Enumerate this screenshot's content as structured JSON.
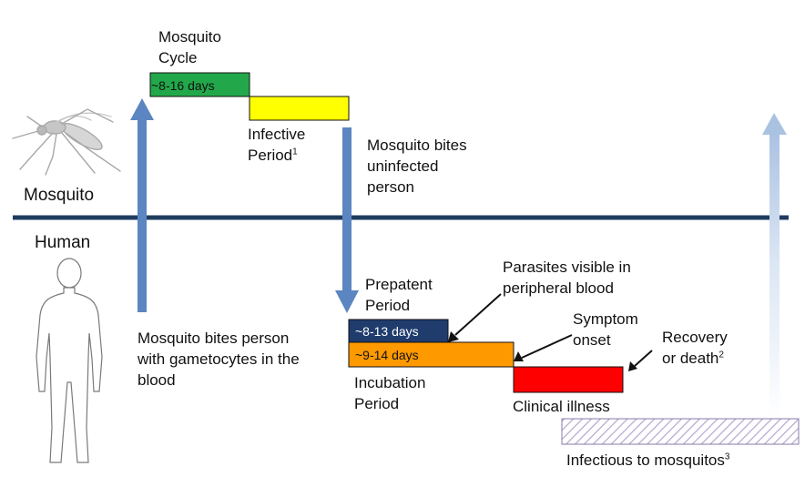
{
  "colors": {
    "divider": "#1f3c5f",
    "arrow": "#5b86c1",
    "arrow_faded": "#c3d4ea",
    "mosquito_cycle_box": "#22a84a",
    "infective_box": "#ffff00",
    "prepatent_box": "#1f3c6d",
    "incubation_box": "#ff9900",
    "clinical_box": "#ff0000",
    "infectious_hatch": "#b5a6cf"
  },
  "labels": {
    "mosquito_side": "Mosquito",
    "human_side": "Human",
    "mosquito_cycle_1": "Mosquito",
    "mosquito_cycle_2": "Cycle",
    "infective_1": "Infective",
    "infective_2": "Period",
    "infective_sup": "1",
    "bites_uninfected_1": "Mosquito bites",
    "bites_uninfected_2": "uninfected",
    "bites_uninfected_3": "person",
    "bites_person_1": "Mosquito bites person",
    "bites_person_2": "with gametocytes in the",
    "bites_person_3": "blood",
    "prepatent_1": "Prepatent",
    "prepatent_2": "Period",
    "parasites_1": "Parasites visible in",
    "parasites_2": "peripheral blood",
    "symptom_1": "Symptom",
    "symptom_2": "onset",
    "recovery_1": "Recovery",
    "recovery_2": "or death",
    "recovery_sup": "2",
    "incubation_1": "Incubation",
    "incubation_2": "Period",
    "clinical": "Clinical illness",
    "infectious": "Infectious to mosquitos",
    "infectious_sup": "3"
  },
  "boxes": {
    "mosquito_cycle": "~8-16 days",
    "prepatent": "~8-13 days",
    "incubation": "~9-14 days"
  },
  "icons": {
    "mosquito": "mosquito-icon",
    "human": "human-silhouette-icon"
  }
}
